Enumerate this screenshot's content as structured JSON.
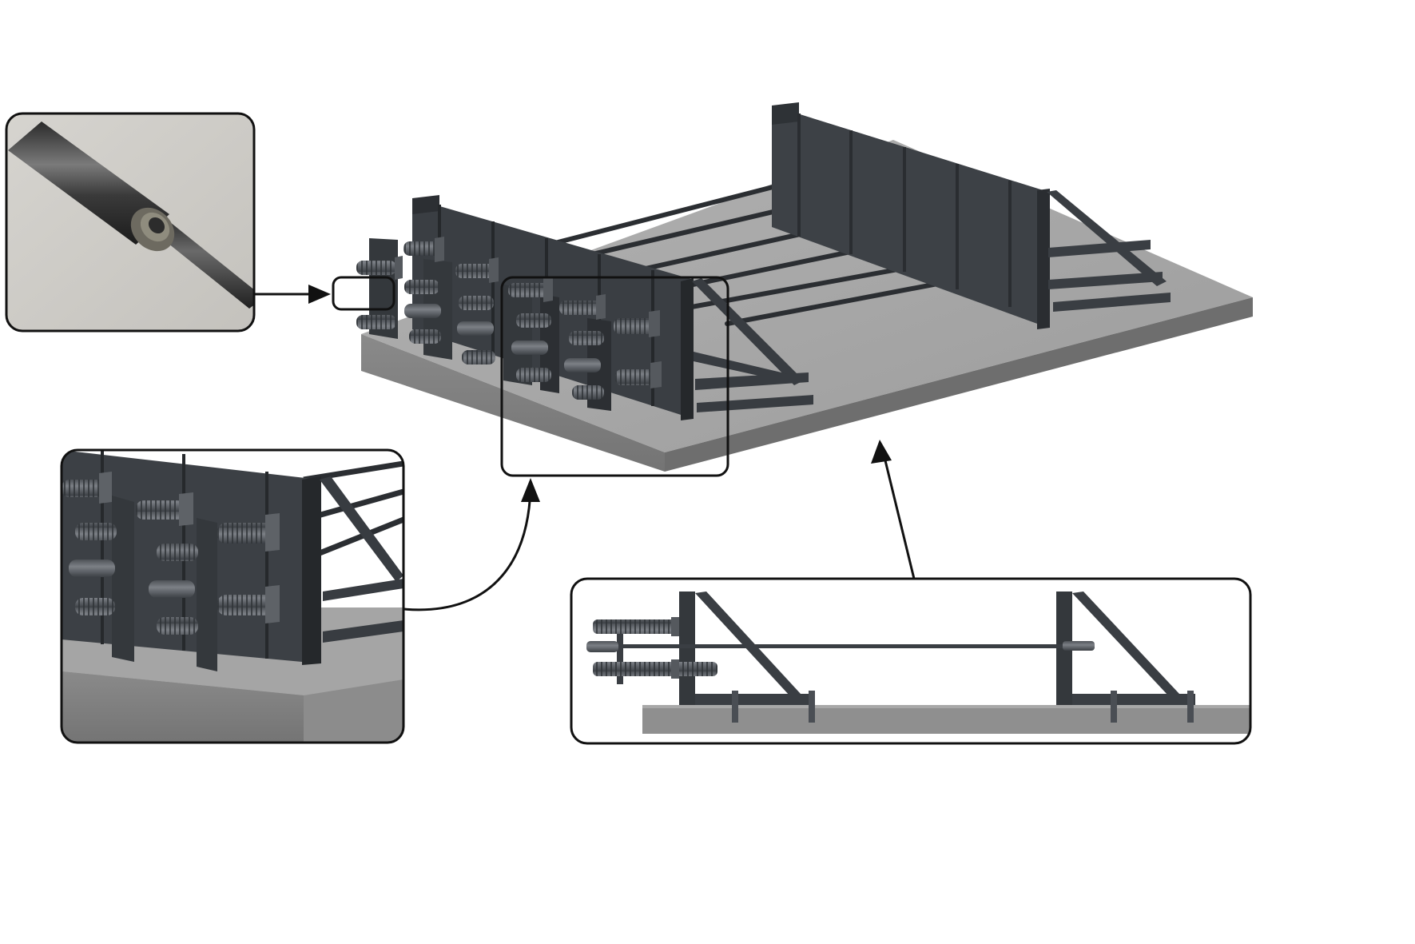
{
  "figure": {
    "type": "technical-illustration",
    "panels": [
      {
        "id": "main",
        "content": "isometric-3d-view"
      },
      {
        "id": "detail-rod",
        "content": "photo-close-up"
      },
      {
        "id": "detail-bolts",
        "content": "zoomed-3d-view"
      },
      {
        "id": "detail-side",
        "content": "side-elevation"
      }
    ]
  },
  "colors": {
    "background": "#ffffff",
    "slab_top": "#a5a5a5",
    "slab_side": "#7d7d7d",
    "steel_dark": "#35393e",
    "steel_mid": "#4a4e54",
    "steel_light": "#62676d",
    "bolt": "#5a5e63",
    "photo_bg": "#cfcdc8",
    "outline": "#111111"
  }
}
